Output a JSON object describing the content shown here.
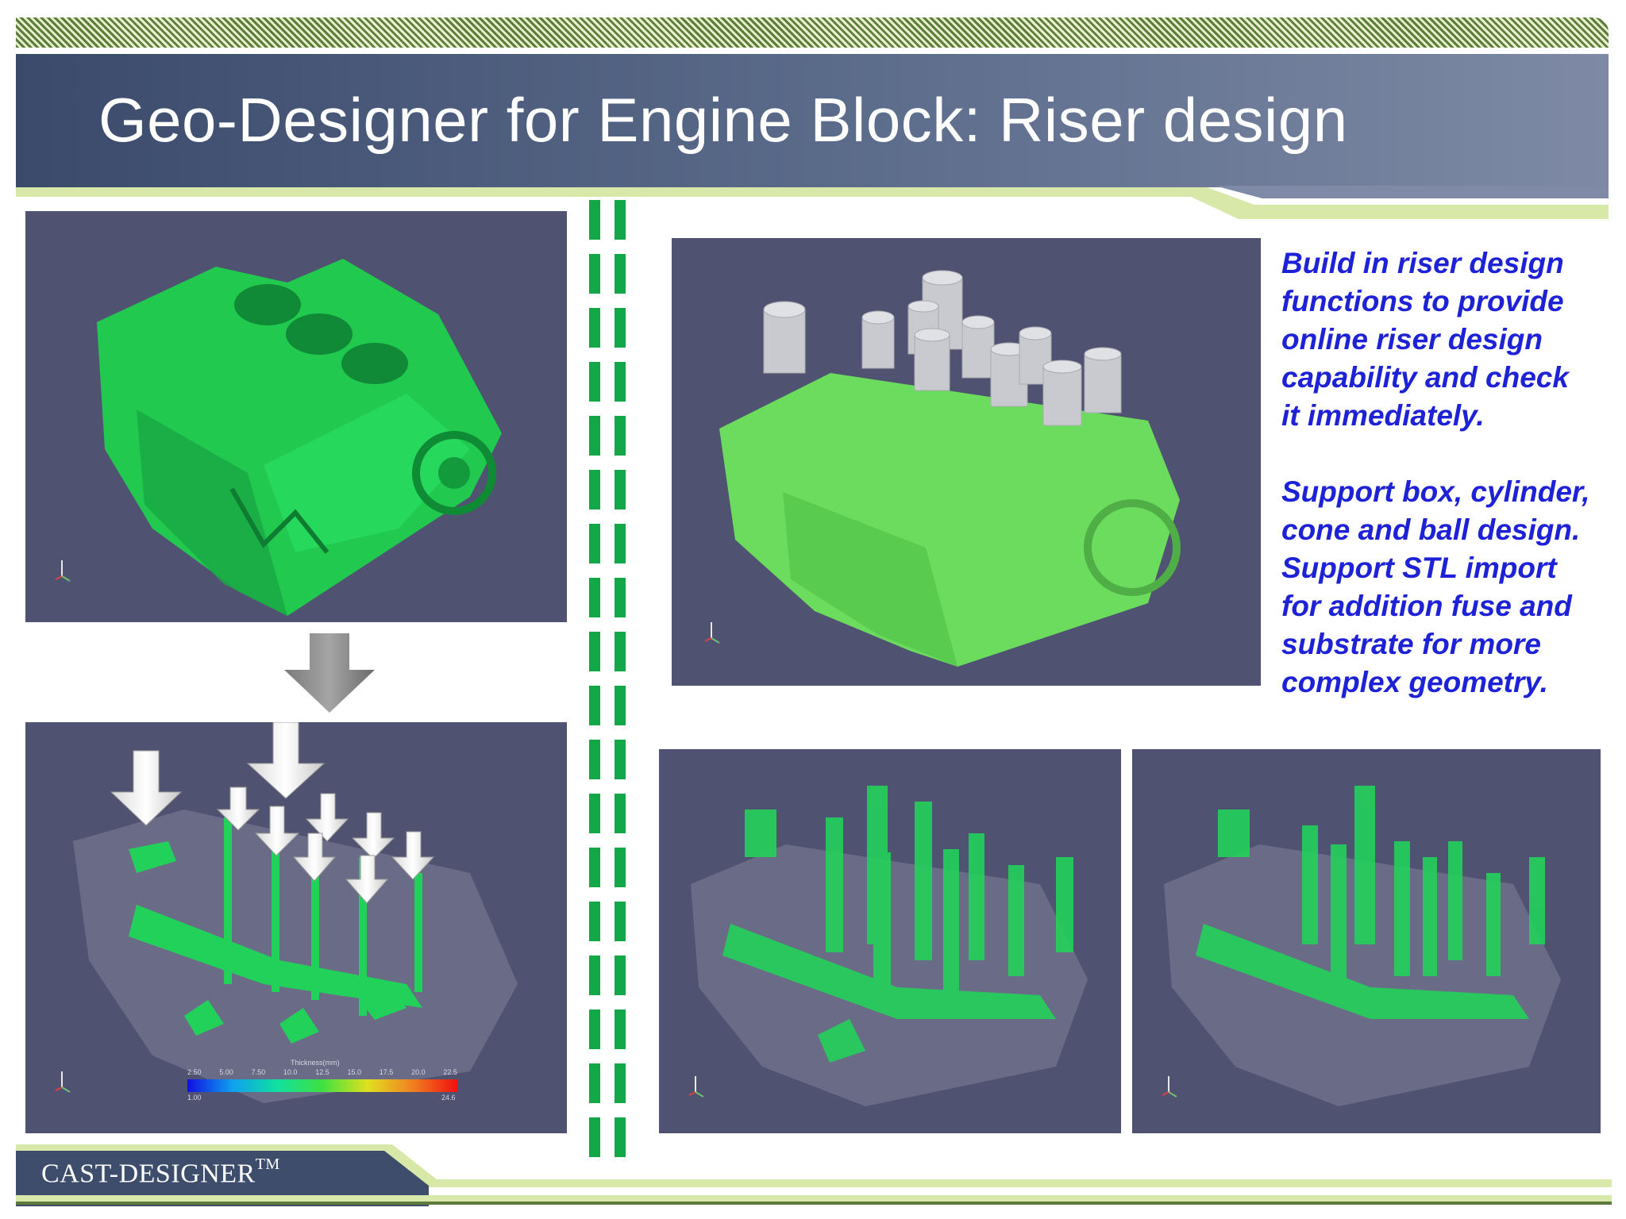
{
  "slide": {
    "title": "Geo-Designer for Engine Block: Riser design",
    "description": {
      "paragraph1": "Build in riser design\nfunctions to provide\nonline riser design\ncapability and check\nit immediately.",
      "paragraph2": "Support box, cylinder,\ncone and ball design.\nSupport STL import\nfor addition fuse  and\nsubstrate for more\ncomplex geometry."
    },
    "footer": {
      "brand": "CAST-DESIGNER",
      "trademark": "TM"
    },
    "colorbar": {
      "title": "Thickness(mm)",
      "ticks": [
        "2.50",
        "5.00",
        "7.50",
        "10.0",
        "12.5",
        "15.0",
        "17.5",
        "20.0",
        "22.5"
      ],
      "min": "1.00",
      "max": "24.6"
    }
  },
  "colors": {
    "title_bar": "#4a5a7a",
    "accent_green": "#d8e8a8",
    "divider_green": "#12a84a",
    "description_text": "#1d22d6",
    "viewport_bg": "#505271",
    "model_green": "#22d15a",
    "riser_gray": "#cfd0d4"
  },
  "icons": [
    "down-arrow-icon",
    "axis-triad-icon"
  ]
}
